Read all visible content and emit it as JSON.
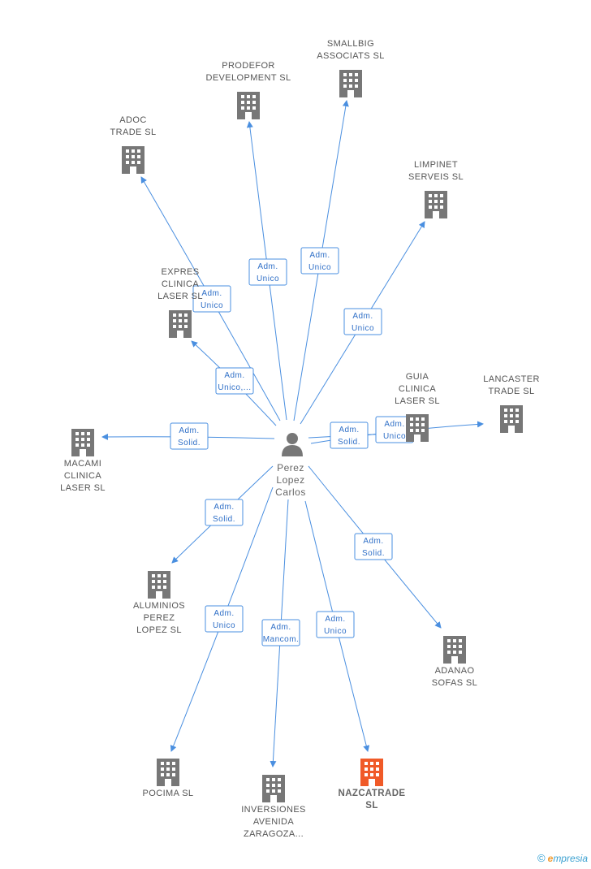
{
  "person": {
    "lines": [
      "Perez",
      "Lopez",
      "Carlos"
    ]
  },
  "colors": {
    "edge": "#4a8fe0",
    "building": "#777777",
    "highlight": "#f05a28"
  },
  "companies": [
    {
      "id": "adoc",
      "lines": [
        "ADOC",
        "TRADE SL"
      ],
      "icon": "building-icon"
    },
    {
      "id": "prodefor",
      "lines": [
        "PRODEFOR",
        "DEVELOPMENT SL"
      ],
      "icon": "building-icon"
    },
    {
      "id": "smallbig",
      "lines": [
        "SMALLBIG",
        "ASSOCIATS SL"
      ],
      "icon": "building-icon"
    },
    {
      "id": "limpinet",
      "lines": [
        "LIMPINET",
        "SERVEIS SL"
      ],
      "icon": "building-icon"
    },
    {
      "id": "expres",
      "lines": [
        "EXPRES",
        "CLINICA",
        "LASER SL"
      ],
      "icon": "building-icon"
    },
    {
      "id": "guia",
      "lines": [
        "GUIA",
        "CLINICA",
        "LASER SL"
      ],
      "icon": "building-icon"
    },
    {
      "id": "lancaster",
      "lines": [
        "LANCASTER",
        "TRADE SL"
      ],
      "icon": "building-icon"
    },
    {
      "id": "macami",
      "lines": [
        "MACAMI",
        "CLINICA",
        "LASER SL"
      ],
      "icon": "building-icon"
    },
    {
      "id": "aluminios",
      "lines": [
        "ALUMINIOS",
        "PEREZ",
        "LOPEZ SL"
      ],
      "icon": "building-icon"
    },
    {
      "id": "adanao",
      "lines": [
        "ADANAO",
        "SOFAS SL"
      ],
      "icon": "building-icon"
    },
    {
      "id": "pocima",
      "lines": [
        "POCIMA SL"
      ],
      "icon": "building-icon"
    },
    {
      "id": "inversiones",
      "lines": [
        "INVERSIONES",
        "AVENIDA",
        "ZARAGOZA..."
      ],
      "icon": "building-icon"
    },
    {
      "id": "nazcatrade",
      "lines": [
        "NAZCATRADE",
        "SL"
      ],
      "icon": "building-icon",
      "highlight": true
    }
  ],
  "relations": [
    {
      "target": "adoc",
      "role": [
        "Adm.",
        "Unico"
      ]
    },
    {
      "target": "prodefor",
      "role": [
        "Adm.",
        "Unico"
      ]
    },
    {
      "target": "smallbig",
      "role": [
        "Adm.",
        "Unico"
      ]
    },
    {
      "target": "limpinet",
      "role": [
        "Adm.",
        "Unico"
      ]
    },
    {
      "target": "expres",
      "role": [
        "Adm.",
        "Unico,..."
      ]
    },
    {
      "target": "guia",
      "role": [
        "Adm.",
        "Solid."
      ]
    },
    {
      "target": "lancaster",
      "role": [
        "Adm.",
        "Unico"
      ]
    },
    {
      "target": "macami",
      "role": [
        "Adm.",
        "Solid."
      ]
    },
    {
      "target": "aluminios",
      "role": [
        "Adm.",
        "Solid."
      ]
    },
    {
      "target": "adanao",
      "role": [
        "Adm.",
        "Solid."
      ]
    },
    {
      "target": "pocima",
      "role": [
        "Adm.",
        "Unico"
      ]
    },
    {
      "target": "inversiones",
      "role": [
        "Adm.",
        "Mancom."
      ]
    },
    {
      "target": "nazcatrade",
      "role": [
        "Adm.",
        "Unico"
      ]
    }
  ],
  "footer": {
    "copyright": "©",
    "brand_e": "e",
    "brand_rest": "mpresia"
  }
}
